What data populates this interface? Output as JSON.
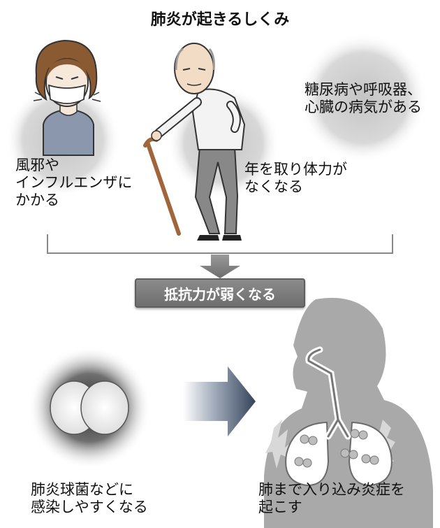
{
  "title": "肺炎が起きるしくみ",
  "causes": {
    "cold": "風邪や\nインフルエンザに\nかかる",
    "aging": "年を取り体力が\nなくなる",
    "disease": "糖尿病や呼吸器、\n心臓の病気がある"
  },
  "banner": "抵抗力が弱くなる",
  "results": {
    "infection": "肺炎球菌などに\n感染しやすくなる",
    "inflammation": "肺まで入り込み炎症を\n起こす"
  },
  "icons": {
    "woman": "masked-sick-woman-icon",
    "elderly": "elderly-man-with-cane-icon",
    "bacteria": "pneumococcus-bacteria-icon",
    "arrow": "right-arrow-icon",
    "lungs": "human-lungs-icon"
  },
  "colors": {
    "text": "#111111",
    "banner_bg": "#7a7a7a",
    "arrow_dark": "#3d4e68",
    "glow_gray": "#cfcfcf",
    "silhouette": "#a9a9a9"
  }
}
